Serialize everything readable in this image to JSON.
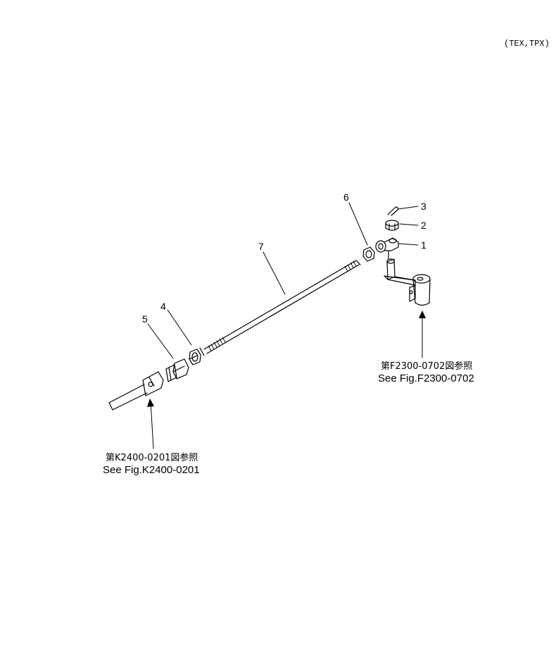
{
  "header": {
    "variant_code": "(TEX,TPX)"
  },
  "parts": [
    {
      "number": "1"
    },
    {
      "number": "2"
    },
    {
      "number": "3"
    },
    {
      "number": "4"
    },
    {
      "number": "5"
    },
    {
      "number": "6"
    },
    {
      "number": "7"
    }
  ],
  "references": {
    "right": {
      "japanese": "第F2300-0702図参照",
      "english": "See Fig.F2300-0702"
    },
    "left": {
      "japanese": "第K2400-0201図参照",
      "english": "See Fig.K2400-0201"
    }
  },
  "colors": {
    "ink": "#000000",
    "paper": "#ffffff"
  }
}
